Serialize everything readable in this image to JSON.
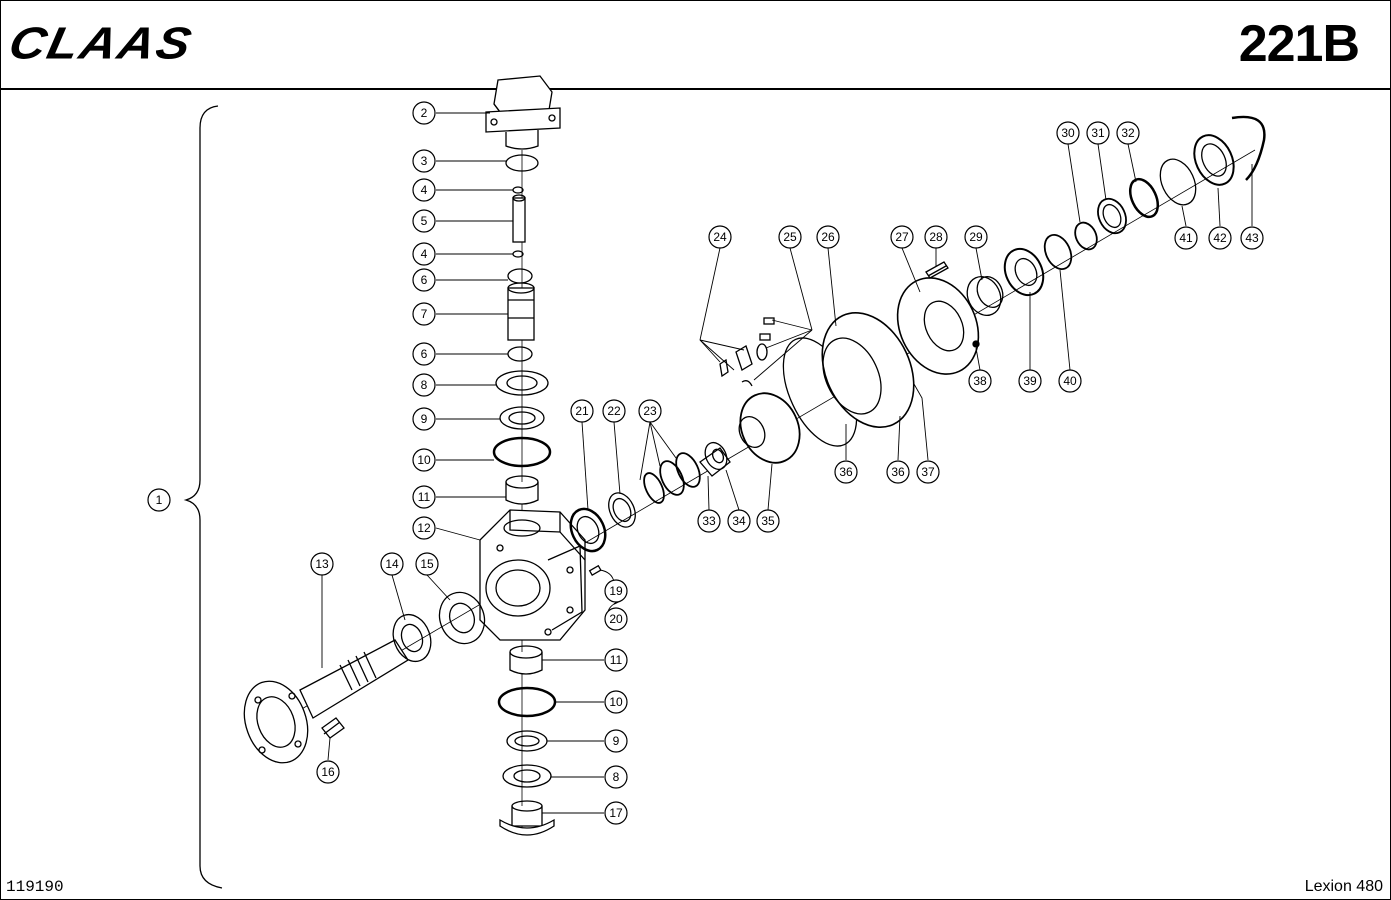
{
  "header": {
    "brand": "CLAAS",
    "page_number": "221B"
  },
  "footer": {
    "drawing_number": "119190",
    "model": "Lexion 480"
  },
  "callouts": {
    "c1": "1",
    "c2": "2",
    "c3": "3",
    "c4a": "4",
    "c5": "5",
    "c4b": "4",
    "c6a": "6",
    "c7": "7",
    "c6b": "6",
    "c8a": "8",
    "c9a": "9",
    "c10a": "10",
    "c11a": "11",
    "c12": "12",
    "c13": "13",
    "c14": "14",
    "c15": "15",
    "c16": "16",
    "c17": "17",
    "c8b": "8",
    "c9b": "9",
    "c10b": "10",
    "c11b": "11",
    "c19": "19",
    "c20": "20",
    "c21": "21",
    "c22": "22",
    "c23": "23",
    "c24": "24",
    "c25": "25",
    "c26": "26",
    "c27": "27",
    "c28": "28",
    "c29": "29",
    "c30": "30",
    "c31": "31",
    "c32": "32",
    "c33": "33",
    "c34": "34",
    "c35": "35",
    "c36a": "36",
    "c36b": "36",
    "c37": "37",
    "c38": "38",
    "c39": "39",
    "c40": "40",
    "c41": "41",
    "c42": "42",
    "c43": "43"
  }
}
